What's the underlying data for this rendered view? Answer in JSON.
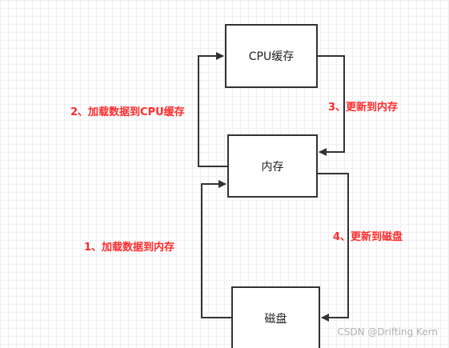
{
  "nodes": {
    "cpu_cache": "CPU缓存",
    "memory": "内存",
    "disk": "磁盘"
  },
  "edges": {
    "step1": "1、加载数据到内存",
    "step2": "2、加载数据到CPU缓存",
    "step3": "3、更新到内存",
    "step4": "4、更新到磁盘"
  },
  "watermark": "CSDN @Drifting Kern",
  "colors": {
    "label": "#ff2a2a",
    "line": "#333333",
    "watermark": "#b0b0b0"
  }
}
